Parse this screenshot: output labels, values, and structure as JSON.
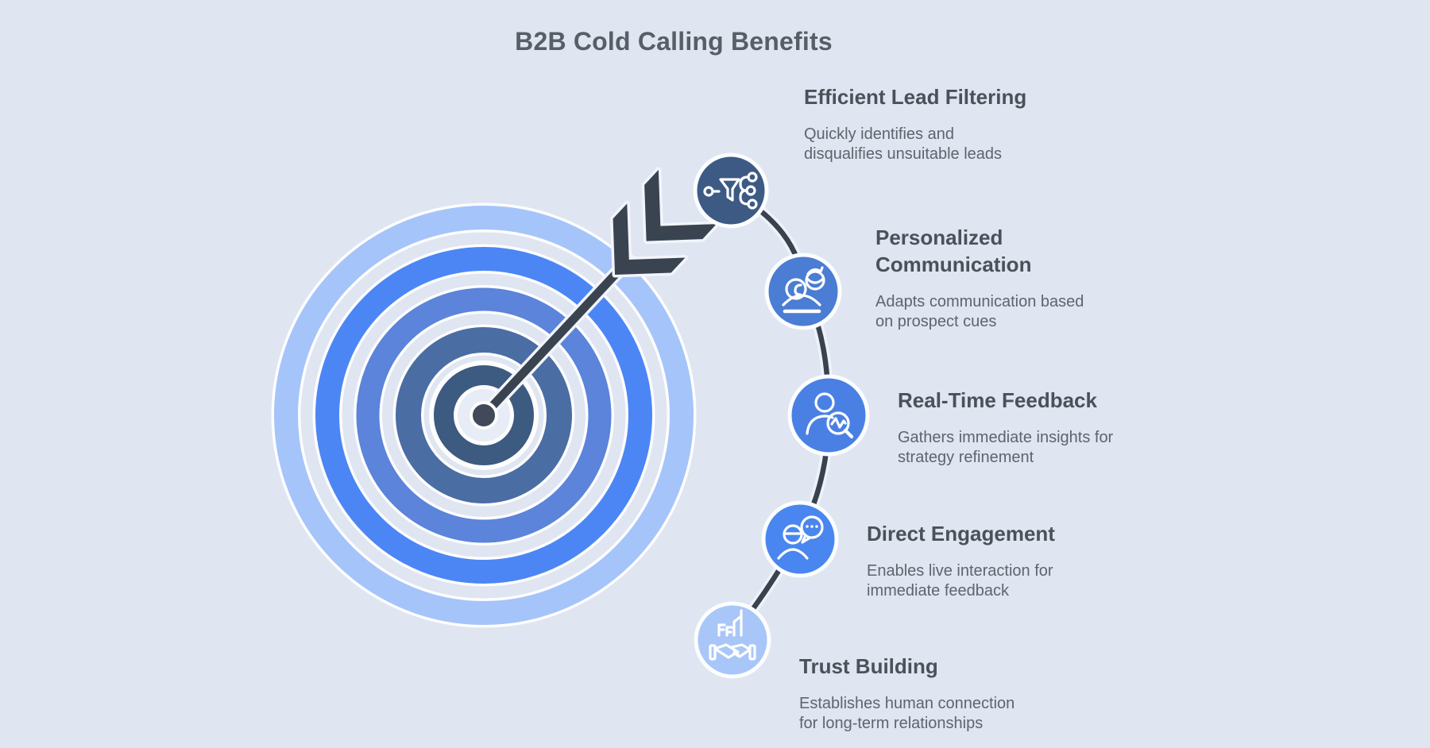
{
  "title": "B2B Cold Calling Benefits",
  "colors": {
    "background": "#dfe5f1",
    "connector": "#39424e",
    "arrow": "#3a4450",
    "title_text": "#585e65",
    "heading_text": "#4b5158",
    "body_text": "#5f656c"
  },
  "target": {
    "rings": [
      {
        "name": "outer-ring",
        "color": "#a5c4fa"
      },
      {
        "name": "second-ring",
        "color": "#4c86f5"
      },
      {
        "name": "third-ring",
        "color": "#5b84da"
      },
      {
        "name": "fourth-ring",
        "color": "#4a6da3"
      },
      {
        "name": "bullseye",
        "color": "#3d5a80"
      }
    ],
    "inner_gap_color": "#e7ecf6",
    "center_dot_color": "#404a58"
  },
  "benefits": [
    {
      "heading": "Efficient Lead Filtering",
      "description": "Quickly identifies and\ndisqualifies unsuitable leads",
      "icon": "lead-filter-funnel-icon",
      "icon_color": "#3d5a84"
    },
    {
      "heading": "Personalized\nCommunication",
      "description": "Adapts communication based\non prospect cues",
      "icon": "adaptive-person-icon",
      "icon_color": "#4a7dd3"
    },
    {
      "heading": "Real-Time Feedback",
      "description": "Gathers immediate insights for\nstrategy refinement",
      "icon": "person-magnifier-chart-icon",
      "icon_color": "#4a80e4"
    },
    {
      "heading": "Direct Engagement",
      "description": "Enables live interaction for\nimmediate feedback",
      "icon": "person-speech-bubble-icon",
      "icon_color": "#4a86f0"
    },
    {
      "heading": "Trust Building",
      "description": "Establishes human connection\nfor long-term relationships",
      "icon": "handshake-building-icon",
      "icon_color": "#a9c6f8"
    }
  ]
}
